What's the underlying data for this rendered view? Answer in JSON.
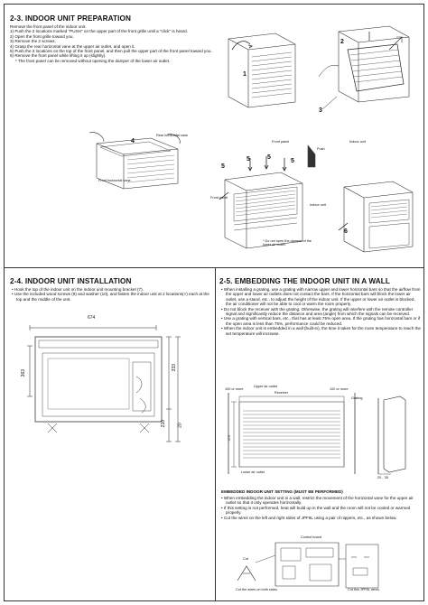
{
  "s23": {
    "title": "2-3. INDOOR UNIT PREPARATION",
    "intro": "Remove the front panel of the indoor unit.",
    "steps": [
      "1) Push the 2 locations marked \"PUSH\" on the upper part of the front grille until a \"click\" is heard.",
      "2) Open the front grille toward you.",
      "3) Remove the 2 screws.",
      "4) Grasp the rear horizontal vane at the upper air outlet, and open it.",
      "5) Push the 3 locations on the top of the front panel, and then pull the upper part of the front panel toward you.",
      "6) Remove the front panel while lifting it up (slightly).",
      "* The front panel can be removed without opening the damper of the lower air outlet."
    ],
    "labels": {
      "rear_vane": "Rear horizontal vane",
      "front_vane": "Front horizontal vane",
      "front_panel_top": "Front panel",
      "push": "Push",
      "front_panel_left": "Front panel",
      "indoor_unit_top": "Indoor unit",
      "indoor_unit_right": "Indoor unit",
      "damper_note": "* Do not open the damper of the lower air outlet."
    },
    "callouts": [
      "1",
      "2",
      "3",
      "4",
      "5",
      "5",
      "5",
      "5",
      "6"
    ]
  },
  "s24": {
    "title": "2-4. INDOOR UNIT INSTALLATION",
    "bullets": [
      "Hook the top of the indoor unit on the indoor unit mounting bracket (7).",
      "Use the included wood screws (9) and washer (10), and fasten the indoor unit at 2 locations(×) each at the top and the middle of the unit."
    ],
    "dims": [
      "674",
      "363",
      "333",
      "210",
      "20"
    ]
  },
  "s25": {
    "title": "2-5. EMBEDDING THE INDOOR UNIT IN A WALL",
    "bullets": [
      "When installing a grating, use a grating with narrow upper and lower horizontal bars so that the airflow from the upper and lower air outlets does not contact the bars. If the horizontal bars will block the lower air outlet, use a stand, etc., to adjust the height of the indoor unit. If the upper or lower air outlet is blocked, the air conditioner will not be able to cool or warm the room properly.",
      "Do not block the receiver with the grating. Otherwise, the grating will interfere with the remote controller signal and significantly reduce the distance and area (angle) from which the signals can be received.",
      "Use a grating with vertical bars, etc., that has at least 75% open area. If the grating has horizontal bars or if the open area is less than 75%, performance could be reduced.",
      "When the indoor unit is embedded in a wall (built-in), the time it takes for the room temperature to reach the set temperature will increase."
    ],
    "fig_labels": {
      "upper_outlet": "Upper air outlet",
      "receiver": "Receiver",
      "grating": "Grating",
      "lower_outlet": "Lower air outlet",
      "min_left": "100 or more",
      "min_right": "100 or more",
      "dim_479": "479",
      "dim_gap": "20 - 35"
    },
    "setting_title": "EMBEDDED INDOOR UNIT SETTING (MUST BE PERFORMED)",
    "setting_bullets": [
      "When embedding the indoor unit in a wall, restrict the movement of the horizontal vane for the upper air outlet so that it only operates horizontally.",
      "If this setting is not performed, heat will build up in the wall and the room will not be cooled or warmed properly.",
      "Cut the wires on the left and right sides of JPF8L using a pair of nippers, etc., as shown below."
    ],
    "board_labels": {
      "control_board": "Control board",
      "cut": "Cut",
      "cut_wires": "Cut the wires on both sides.",
      "cut_jpf8l": "Cut this JPF8L wires."
    }
  }
}
